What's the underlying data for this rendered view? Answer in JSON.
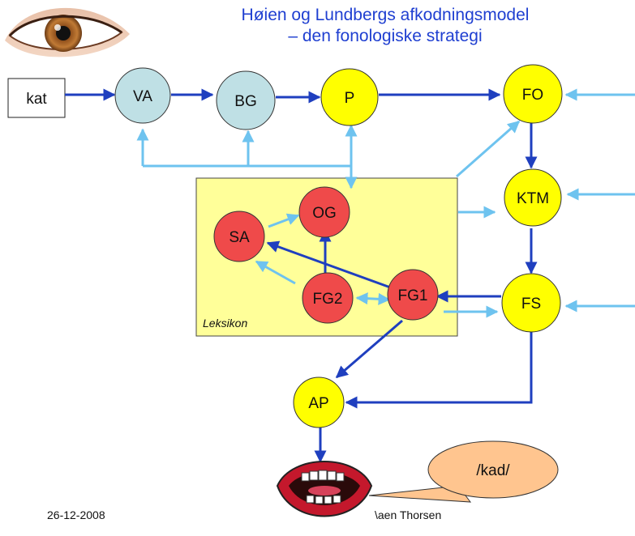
{
  "title": {
    "line1": "Høien og Lundbergs afkodningsmodel",
    "line2": "– den fonologiske strategi"
  },
  "input_word": "kat",
  "nodes": {
    "VA": "VA",
    "BG": "BG",
    "P": "P",
    "FO": "FO",
    "KTM": "KTM",
    "FS": "FS",
    "SA": "SA",
    "OG": "OG",
    "FG2": "FG2",
    "FG1": "FG1",
    "AP": "AP"
  },
  "lexicon_label": "Leksikon",
  "speech_output": "/kad/",
  "footer": {
    "date": "26-12-2008",
    "author_partial": "\\aen Thorsen"
  },
  "colors": {
    "title": "#1f3fd1",
    "dark_arrow": "#1f3fbf",
    "light_arrow": "#6ec3ef",
    "node_blue": "#bfe0e5",
    "node_yellow": "#ffff00",
    "node_red": "#ef4a4a",
    "lexicon_fill": "#ffff99",
    "speech_fill": "#ffc58f"
  },
  "icons": {
    "top_left": "eye-icon",
    "bottom": "mouth-icon"
  }
}
